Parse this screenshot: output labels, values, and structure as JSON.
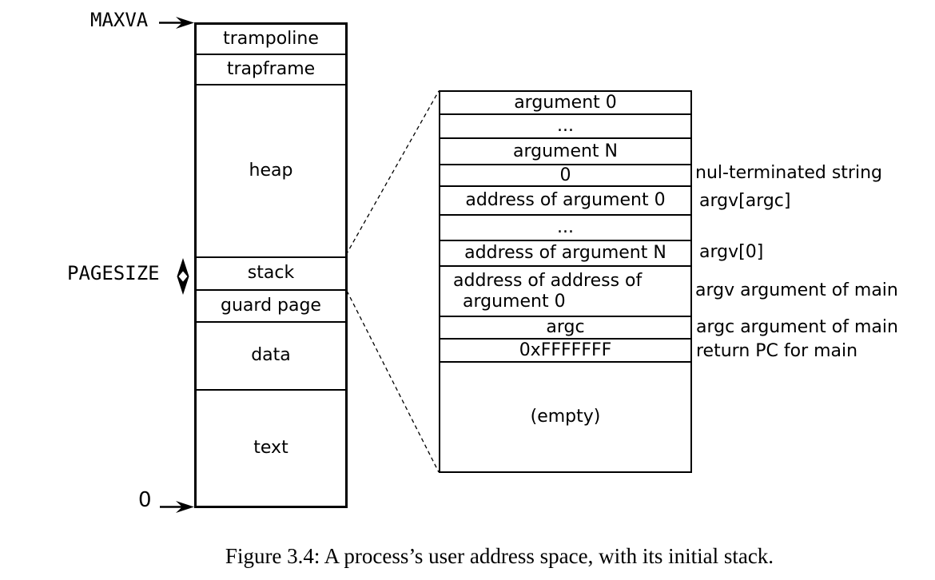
{
  "figure": {
    "caption": "Figure 3.4: A process’s user address space, with its initial stack."
  },
  "address_space": {
    "labels": {
      "maxva": "MAXVA",
      "pagesize": "PAGESIZE",
      "zero": "0"
    },
    "regions": [
      {
        "label": "trampoline"
      },
      {
        "label": "trapframe"
      },
      {
        "label": "heap"
      },
      {
        "label": "stack"
      },
      {
        "label": "guard page"
      },
      {
        "label": "data"
      },
      {
        "label": "text"
      }
    ]
  },
  "stack_detail": {
    "rows": [
      {
        "label": "argument 0"
      },
      {
        "label": "..."
      },
      {
        "label": "argument N"
      },
      {
        "label": "0",
        "annotation": "nul-terminated string"
      },
      {
        "label": "address of argument 0",
        "annotation": "argv[argc]"
      },
      {
        "label": "..."
      },
      {
        "label": "address of argument N",
        "annotation": "argv[0]"
      },
      {
        "label_line1": "address of address of",
        "label_line2": "argument 0",
        "annotation": "argv argument of main"
      },
      {
        "label": "argc",
        "annotation": "argc argument of main"
      },
      {
        "label": "0xFFFFFFF",
        "annotation": "return PC for main"
      },
      {
        "label": "(empty)"
      }
    ]
  }
}
